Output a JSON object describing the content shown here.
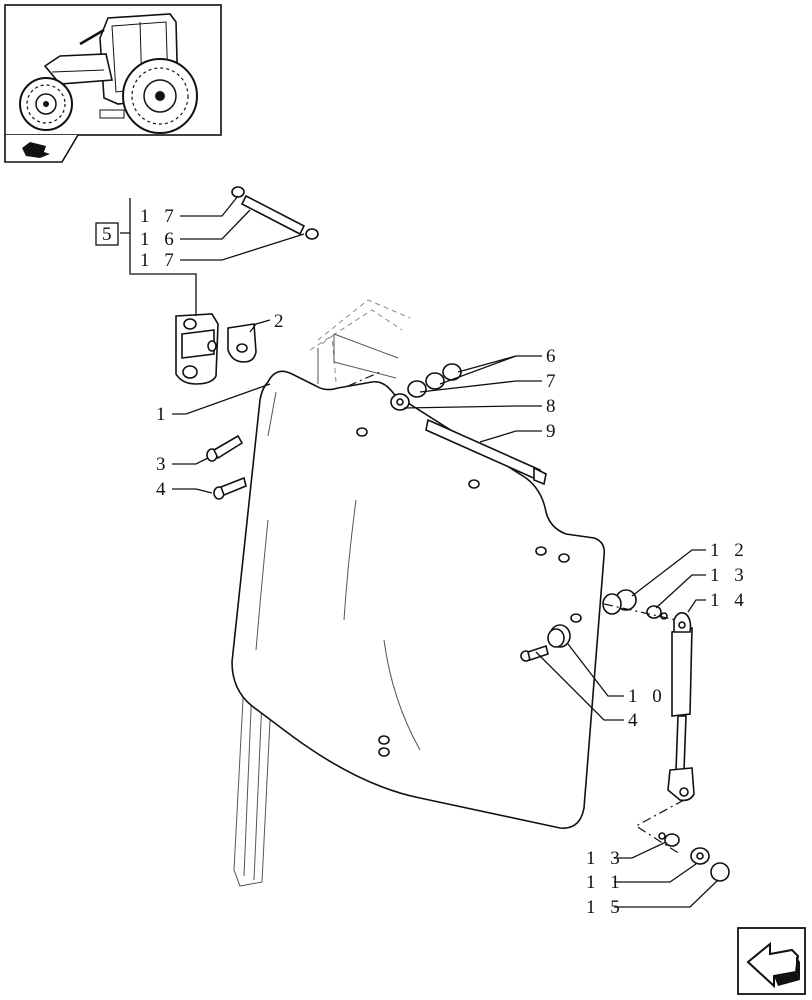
{
  "callouts": {
    "c1": "1",
    "c2": "2",
    "c3": "3",
    "c4": "4",
    "c4b": "4",
    "c5": "5",
    "c6": "6",
    "c7": "7",
    "c8": "8",
    "c9": "9",
    "c10": "1 0",
    "c11": "1 1",
    "c12": "1 2",
    "c13a": "1 3",
    "c13b": "1 3",
    "c14": "1 4",
    "c15": "1 5",
    "c16": "1 6",
    "c17a": "1 7",
    "c17b": "1 7"
  },
  "icons": {
    "thumbnail": "tractor-thumbnail-icon",
    "section": "section-marker-icon",
    "next_page": "next-page-arrow-icon"
  }
}
